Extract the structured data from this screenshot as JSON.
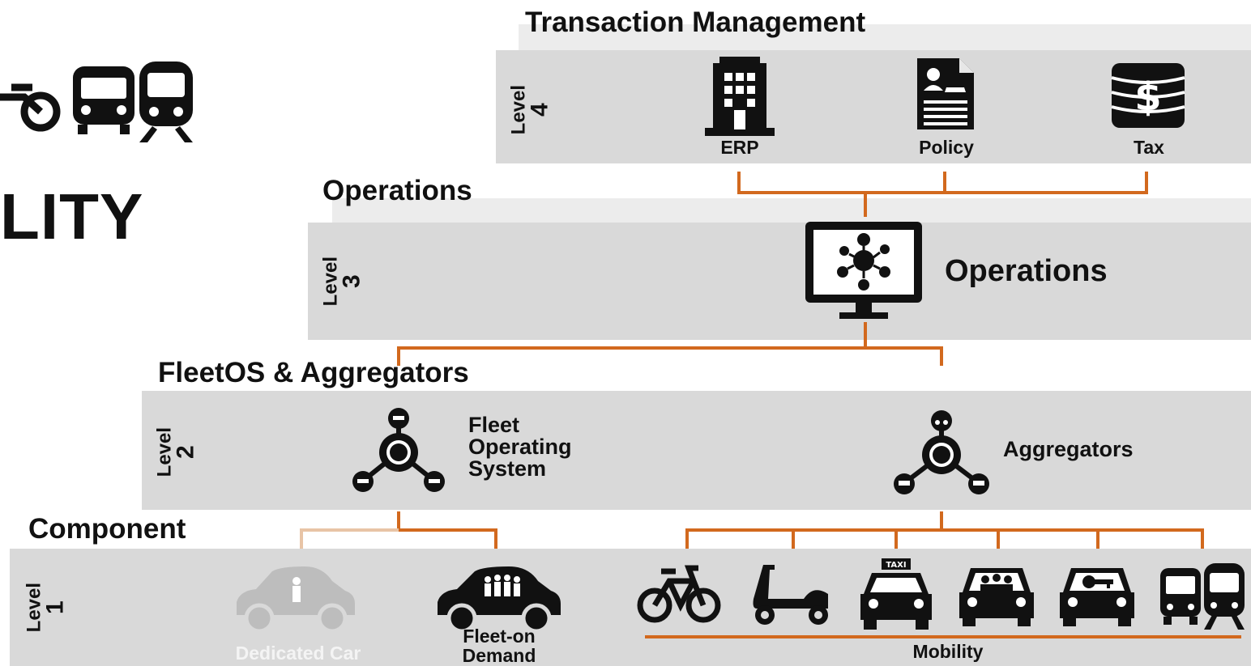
{
  "title_fragment": "LITY",
  "colors": {
    "connector": "#d2691e",
    "connector_faded": "#e8c4a6",
    "band": "#d9d9d9",
    "icon": "#111111",
    "icon_faded": "#bdbdbd"
  },
  "level4": {
    "header": "Transaction Management",
    "level_word": "Level",
    "level_num": "4",
    "items": [
      {
        "label": "ERP",
        "icon": "building-icon"
      },
      {
        "label": "Policy",
        "icon": "policy-document-icon"
      },
      {
        "label": "Tax",
        "icon": "tax-coins-icon"
      }
    ]
  },
  "level3": {
    "header": "Operations",
    "level_word": "Level",
    "level_num": "3",
    "item": {
      "label": "Operations",
      "icon": "monitor-network-icon"
    }
  },
  "level2": {
    "header": "FleetOS & Aggregators",
    "level_word": "Level",
    "level_num": "2",
    "items": [
      {
        "label": "Fleet Operating System",
        "icon": "fleet-hub-icon"
      },
      {
        "label": "Aggregators",
        "icon": "aggregator-hub-icon"
      }
    ]
  },
  "level1": {
    "header": "Component",
    "level_word": "Level",
    "level_num": "1",
    "items": [
      {
        "label": "Dedicated Car",
        "icon": "car-single-passenger-icon",
        "faded": true
      },
      {
        "label": "Fleet-on Demand",
        "icon": "car-group-icon"
      }
    ],
    "mobility_label": "Mobility",
    "mobility_icons": [
      "bicycle-icon",
      "scooter-icon",
      "taxi-icon",
      "rideshare-car-icon",
      "car-key-icon",
      "bus-train-icon"
    ]
  }
}
